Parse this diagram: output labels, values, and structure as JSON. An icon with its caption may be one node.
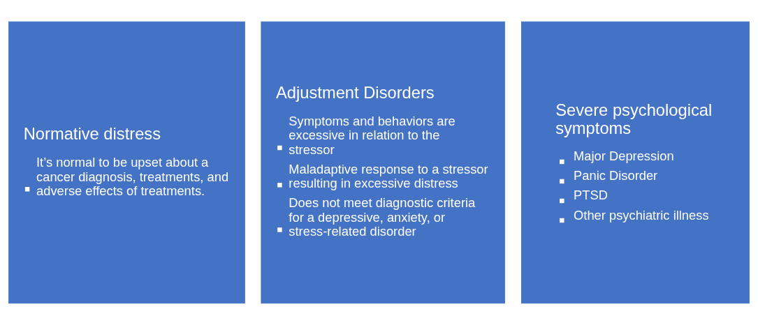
{
  "diagram": {
    "nodes": [
      {
        "text": [
          "Normative distress",
          "It’s normal to be upset about a cancer diagnosis, treatments, and adverse effects of treatments."
        ]
      },
      {
        "text": [
          "Adjustment Disorders",
          "Symptoms and behaviors are excessive in relation to the stressor",
          "Maladaptive response to a stressor resulting in excessive distress",
          "Does not meet diagnostic criteria for a depressive, anxiety, or stress-related disorder"
        ]
      },
      {
        "text": [
          "Severe psychological symptoms",
          "Major Depression",
          "Panic Disorder",
          "PTSD",
          "Other psychiatric illness"
        ]
      }
    ]
  }
}
